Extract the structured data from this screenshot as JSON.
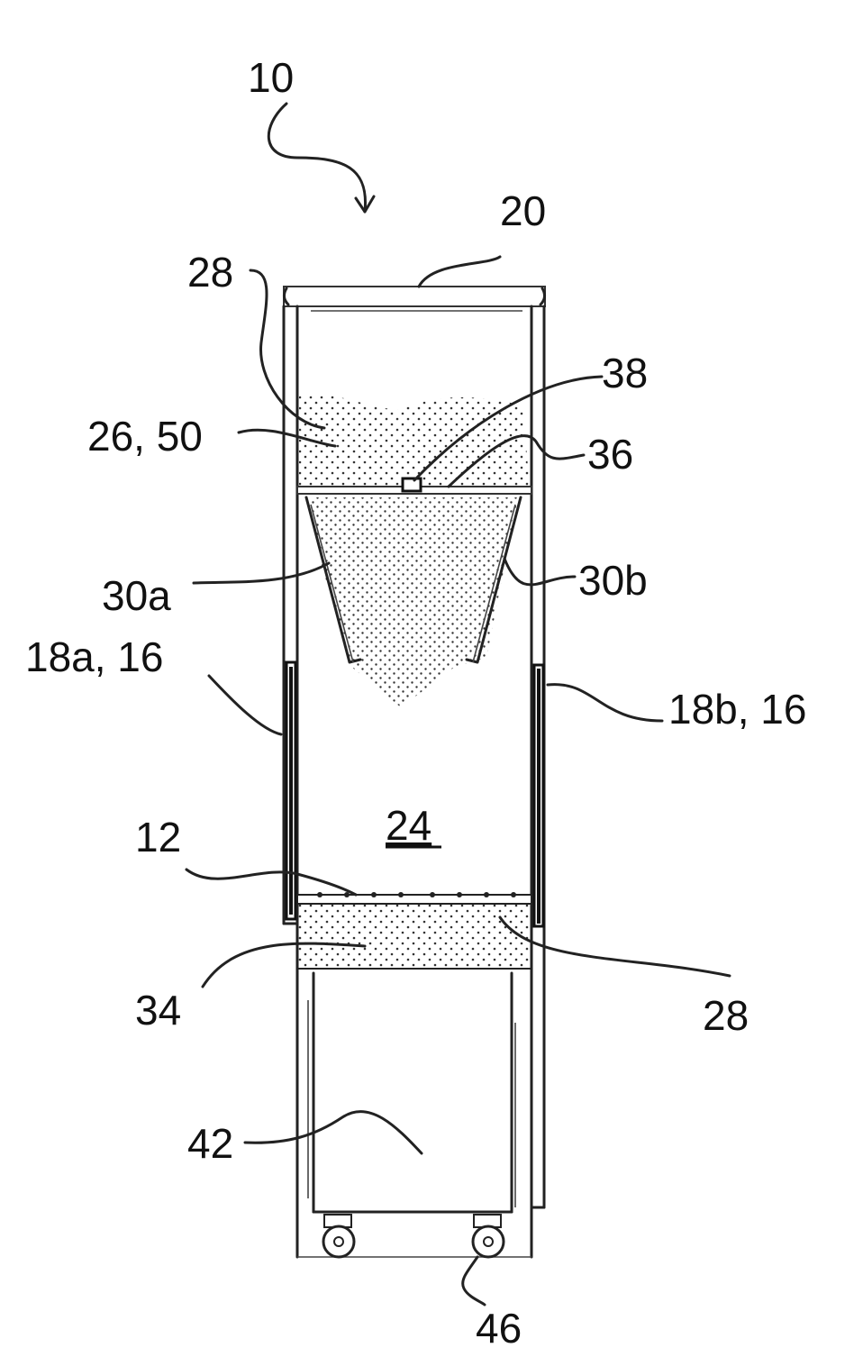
{
  "labels": {
    "ref_10": "10",
    "ref_20": "20",
    "ref_28_top": "28",
    "ref_38": "38",
    "ref_26_50": "26, 50",
    "ref_36": "36",
    "ref_30a": "30a",
    "ref_30b": "30b",
    "ref_18a_16": "18a, 16",
    "ref_18b_16": "18b, 16",
    "ref_24": "24",
    "ref_12": "12",
    "ref_34": "34",
    "ref_28_bottom": "28",
    "ref_42": "42",
    "ref_46": "46"
  }
}
